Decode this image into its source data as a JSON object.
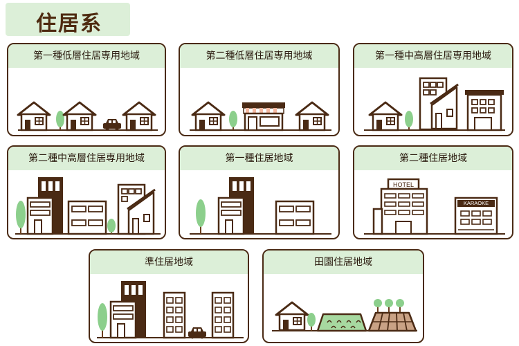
{
  "page": {
    "title": "住居系"
  },
  "zones": [
    {
      "id": "z1",
      "name": "第一種低層住居専用地域"
    },
    {
      "id": "z2",
      "name": "第二種低層住居専用地域"
    },
    {
      "id": "z3",
      "name": "第一種中高層住居専用地域"
    },
    {
      "id": "z4",
      "name": "第二種中高層住居専用地域"
    },
    {
      "id": "z5",
      "name": "第一種住居地域"
    },
    {
      "id": "z6",
      "name": "第二種住居地域",
      "signs": {
        "hotel": "HOTEL",
        "karaoke": "KARAOKE"
      }
    },
    {
      "id": "z7",
      "name": "準住居地域"
    },
    {
      "id": "z8",
      "name": "田園住居地域"
    }
  ],
  "colors": {
    "brown": "#4a2a14",
    "title_brown": "#4e2a10",
    "header_green": "#dcefd8",
    "tree_green": "#8ccf8c",
    "tree_trunk": "#6b3f1e",
    "awning_stripe": "#f4b8a0",
    "field_green": "#a7d9a0",
    "soil": "#c9a285"
  }
}
